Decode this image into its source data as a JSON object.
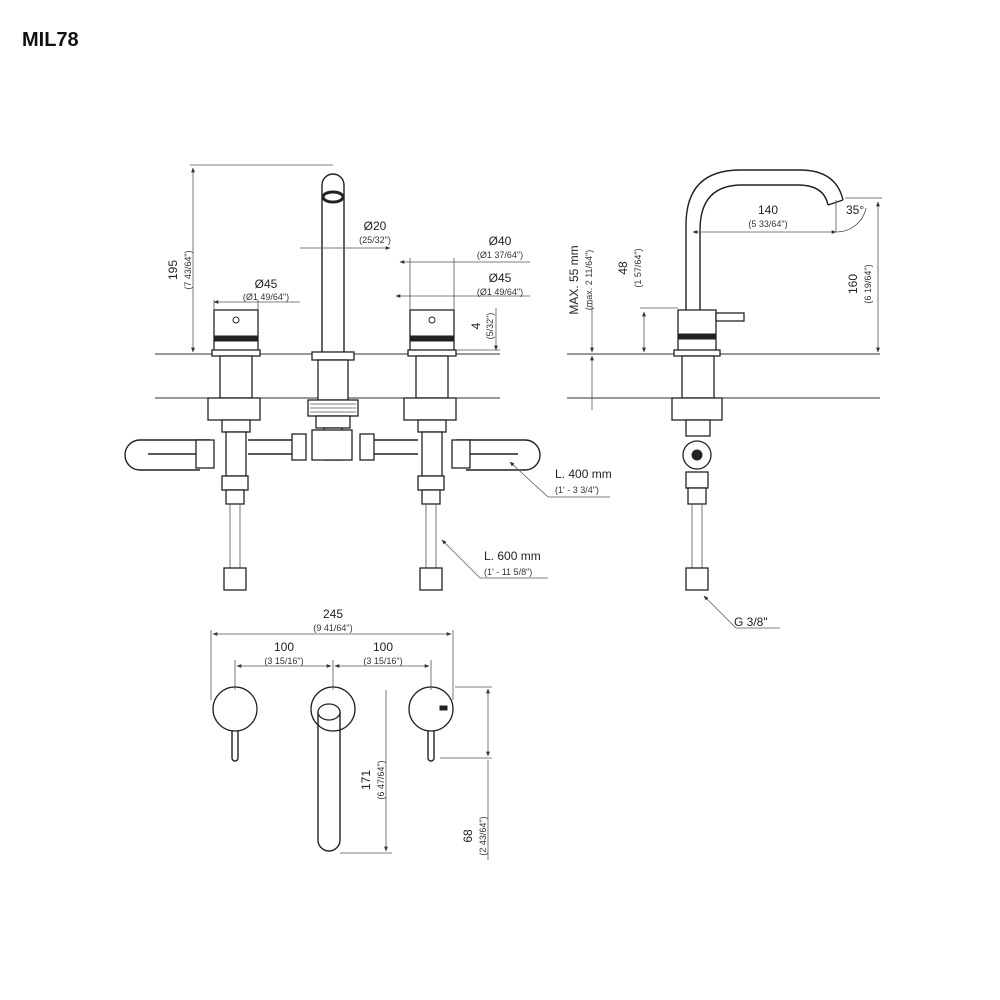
{
  "title": "MIL78",
  "dims": {
    "d20": "Ø20",
    "d20_sub": "(25/32\")",
    "d40": "Ø40",
    "d40_sub": "(Ø1 37/64\")",
    "d45_left": "Ø45",
    "d45_left_sub": "(Ø1 49/64\")",
    "d45_right": "Ø45",
    "d45_right_sub": "(Ø1 49/64\")",
    "h195": "195",
    "h195_sub": "(7 43/64\")",
    "h4": "4",
    "h4_sub": "(5/32\")",
    "max55": "MAX. 55 mm",
    "max55_sub": "(max. 2 11/64\")",
    "h48": "48",
    "h48_sub": "(1 57/64\")",
    "w140": "140",
    "w140_sub": "(5 33/64\")",
    "angle": "35°",
    "h160": "160",
    "h160_sub": "(6 19/64\")",
    "l400": "L. 400 mm",
    "l400_sub": "(1' - 3 3/4\")",
    "l600": "L. 600 mm",
    "l600_sub": "(1' - 11 5/8\")",
    "g38": "G 3/8\"",
    "w245": "245",
    "w245_sub": "(9 41/64\")",
    "w100a": "100",
    "w100a_sub": "(3 15/16\")",
    "w100b": "100",
    "w100b_sub": "(3 15/16\")",
    "h171": "171",
    "h171_sub": "(6 47/64\")",
    "h68": "68",
    "h68_sub": "(2 43/64\")"
  }
}
